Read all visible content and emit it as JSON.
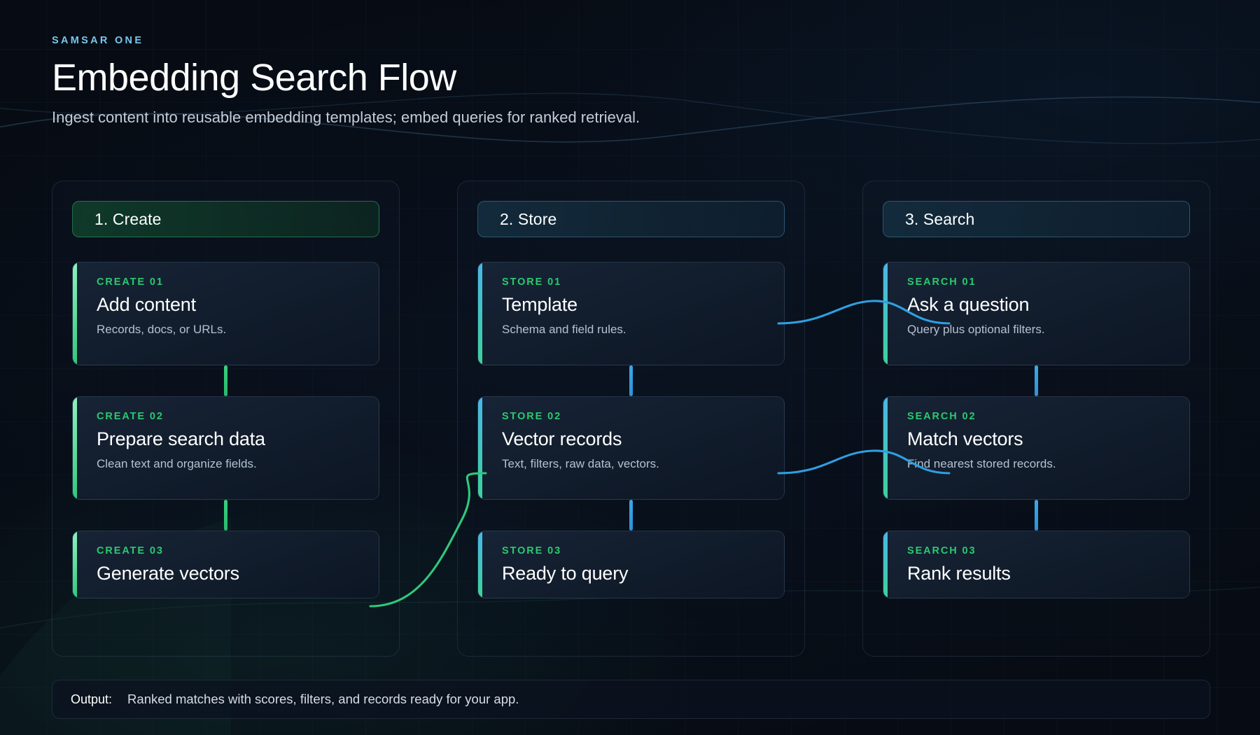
{
  "header": {
    "eyebrow": "SAMSAR ONE",
    "title": "Embedding Search Flow",
    "subtitle": "Ingest content into reusable embedding templates; embed queries for ranked retrieval."
  },
  "colors": {
    "background": "#070c14",
    "eyebrow_blue": "#79c6ee",
    "accent_green": "#2bc96f",
    "accent_mint": "#8ff0c0",
    "accent_blue": "#3aa8e8",
    "connector_green": "#2fc97c",
    "connector_blue": "#2f9fe0",
    "card_border": "#3d4c60",
    "text_primary": "#ffffff",
    "text_muted": "#b6c1cf"
  },
  "columns": [
    {
      "id": "create",
      "heading": "1. Create",
      "heading_tone": "green",
      "connector_tone": "g",
      "accent_tone": "g",
      "cards": [
        {
          "eyebrow": "CREATE 01",
          "title": "Add content",
          "desc": "Records, docs, or URLs."
        },
        {
          "eyebrow": "CREATE 02",
          "title": "Prepare search data",
          "desc": "Clean text and organize fields."
        },
        {
          "eyebrow": "CREATE 03",
          "title": "Generate vectors",
          "desc": ""
        }
      ]
    },
    {
      "id": "store",
      "heading": "2. Store",
      "heading_tone": "blue",
      "connector_tone": "b",
      "accent_tone": "b",
      "cards": [
        {
          "eyebrow": "STORE 01",
          "title": "Template",
          "desc": "Schema and field rules."
        },
        {
          "eyebrow": "STORE 02",
          "title": "Vector records",
          "desc": "Text, filters, raw data, vectors."
        },
        {
          "eyebrow": "STORE 03",
          "title": "Ready to query",
          "desc": ""
        }
      ]
    },
    {
      "id": "search",
      "heading": "3. Search",
      "heading_tone": "blue",
      "connector_tone": "b",
      "accent_tone": "b",
      "cards": [
        {
          "eyebrow": "SEARCH 01",
          "title": "Ask a question",
          "desc": "Query plus optional filters."
        },
        {
          "eyebrow": "SEARCH 02",
          "title": "Match vectors",
          "desc": "Find nearest stored records."
        },
        {
          "eyebrow": "SEARCH 03",
          "title": "Rank results",
          "desc": ""
        }
      ]
    }
  ],
  "cross_links": [
    {
      "from": "store-01",
      "to": "search-01",
      "color": "#2f9fe0"
    },
    {
      "from": "store-02",
      "to": "search-02",
      "color": "#2f9fe0"
    },
    {
      "from": "create-02",
      "to": "store-02",
      "color": "#2fc97c"
    }
  ],
  "output": {
    "label": "Output:",
    "text": "Ranked matches with scores, filters, and records ready for your app."
  }
}
